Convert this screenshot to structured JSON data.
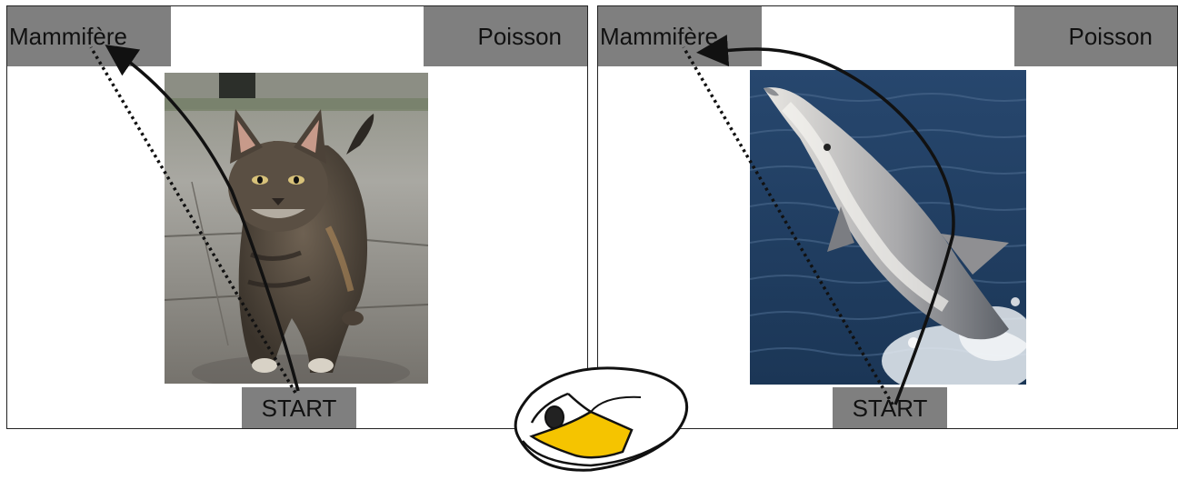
{
  "panels": [
    {
      "id": "cat",
      "category_left": "Mammifère",
      "category_right": "Poisson",
      "start_label": "START",
      "image_subject": "cat",
      "colors": {
        "button": "#7f7f7f"
      }
    },
    {
      "id": "dolphin",
      "category_left": "Mammifère",
      "category_right": "Poisson",
      "start_label": "START",
      "image_subject": "dolphin",
      "colors": {
        "button": "#7f7f7f"
      }
    }
  ],
  "mouse": {
    "icon": "computer-mouse-icon",
    "accent": "#f5c400"
  },
  "trajectory": {
    "ideal_style": "dotted",
    "actual_style": "solid",
    "color": "#111111"
  }
}
